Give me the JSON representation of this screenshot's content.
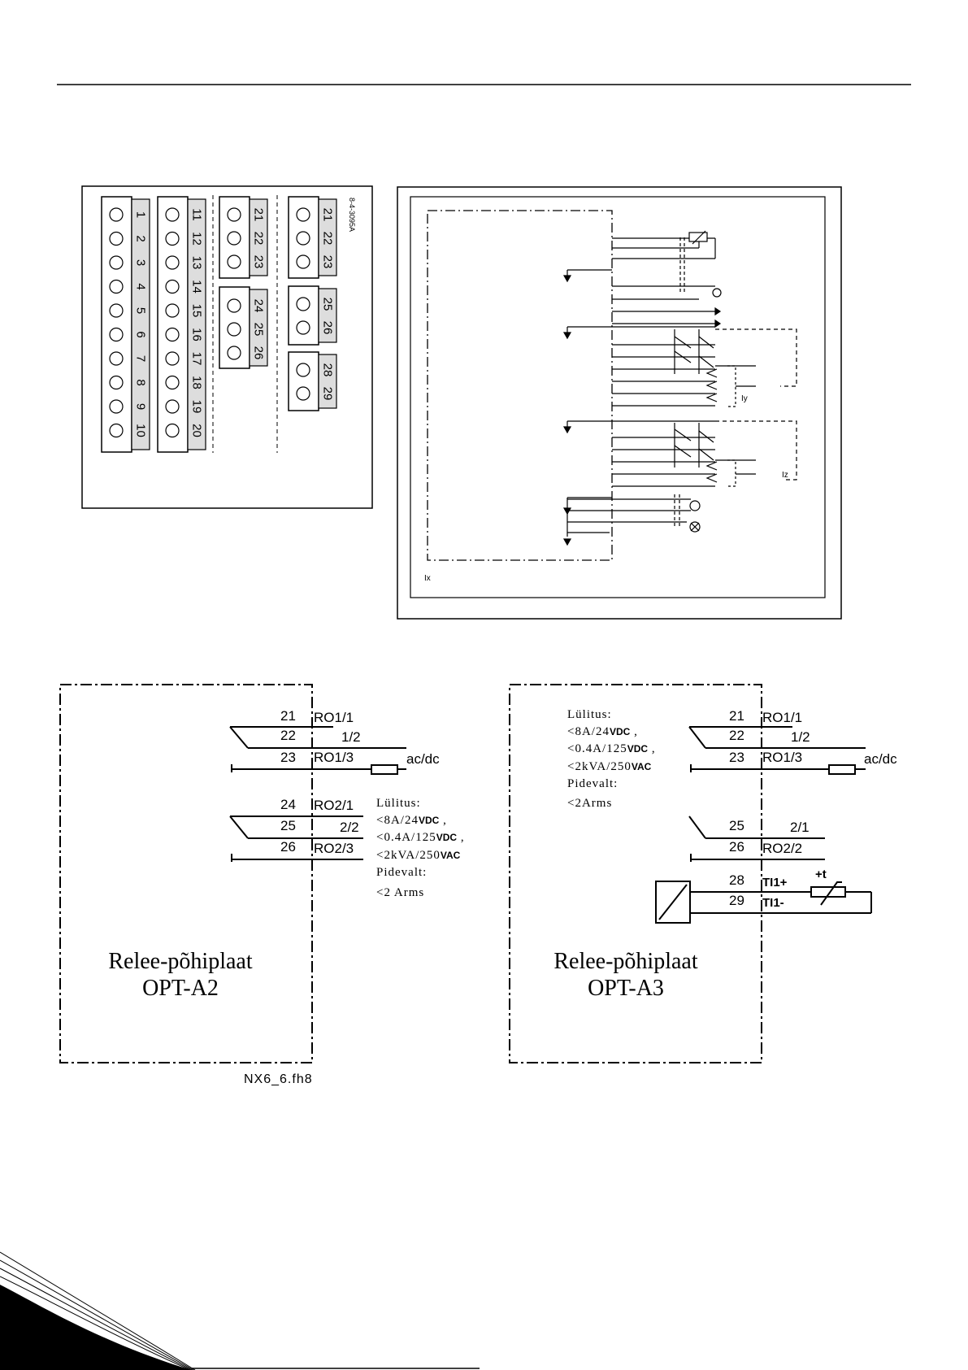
{
  "terminal_diagram": {
    "ref_code": "8-4-3095A",
    "block_a_terminals": [
      "1",
      "2",
      "3",
      "4",
      "5",
      "6",
      "7",
      "8",
      "9",
      "10"
    ],
    "block_b_terminals": [
      "11",
      "12",
      "13",
      "14",
      "15",
      "16",
      "17",
      "18",
      "19",
      "20"
    ],
    "block_c1_terminals": [
      "21",
      "22",
      "23"
    ],
    "block_c2_terminals": [
      "24",
      "25",
      "26"
    ],
    "block_d1_terminals": [
      "21",
      "22",
      "23"
    ],
    "block_d2_terminals": [
      "25",
      "26"
    ],
    "block_d3_terminals": [
      "28",
      "29"
    ]
  },
  "wiring_overview": {
    "label_ly": "Iy",
    "label_lz": "Iz",
    "label_lx": "Ix"
  },
  "opt_a2": {
    "t21": "21",
    "t22": "22",
    "t23": "23",
    "t24": "24",
    "t25": "25",
    "t26": "26",
    "ro1_1": "RO1/1",
    "ro1_2": "1/2",
    "ro1_3": "RO1/3",
    "ro2_1": "RO2/1",
    "ro2_2": "2/2",
    "ro2_3": "RO2/3",
    "acdc": "ac/dc",
    "spec_title": "Lülitus:",
    "spec_1": "<8A/24",
    "spec_1u": "VDC",
    "spec_2": "<0.4A/125",
    "spec_2u": "VDC",
    "spec_3": "<2kVA/250",
    "spec_3u": "VAC",
    "spec_cont": "Pidevalt:",
    "spec_arms": "<2 Arms",
    "board_name": "Relee-põhiplaat",
    "board_code": "OPT-A2",
    "figure_ref": "NX6_6.fh8"
  },
  "opt_a3": {
    "t21": "21",
    "t22": "22",
    "t23": "23",
    "t25": "25",
    "t26": "26",
    "t28": "28",
    "t29": "29",
    "ro1_1": "RO1/1",
    "ro1_2": "1/2",
    "ro1_3": "RO1/3",
    "ro2_1": "2/1",
    "ro2_2": "RO2/2",
    "ti1p": "TI1+",
    "ti1m": "TI1-",
    "plus_t": "+t",
    "acdc": "ac/dc",
    "spec_title": "Lülitus:",
    "spec_1": "<8A/24",
    "spec_1u": "VDC",
    "spec_2": "<0.4A/125",
    "spec_2u": "VDC",
    "spec_3": "<2kVA/250",
    "spec_3u": "VAC",
    "spec_cont": "Pidevalt:",
    "spec_arms": "<2Arms",
    "board_name": "Relee-põhiplaat",
    "board_code": "OPT-A3"
  }
}
